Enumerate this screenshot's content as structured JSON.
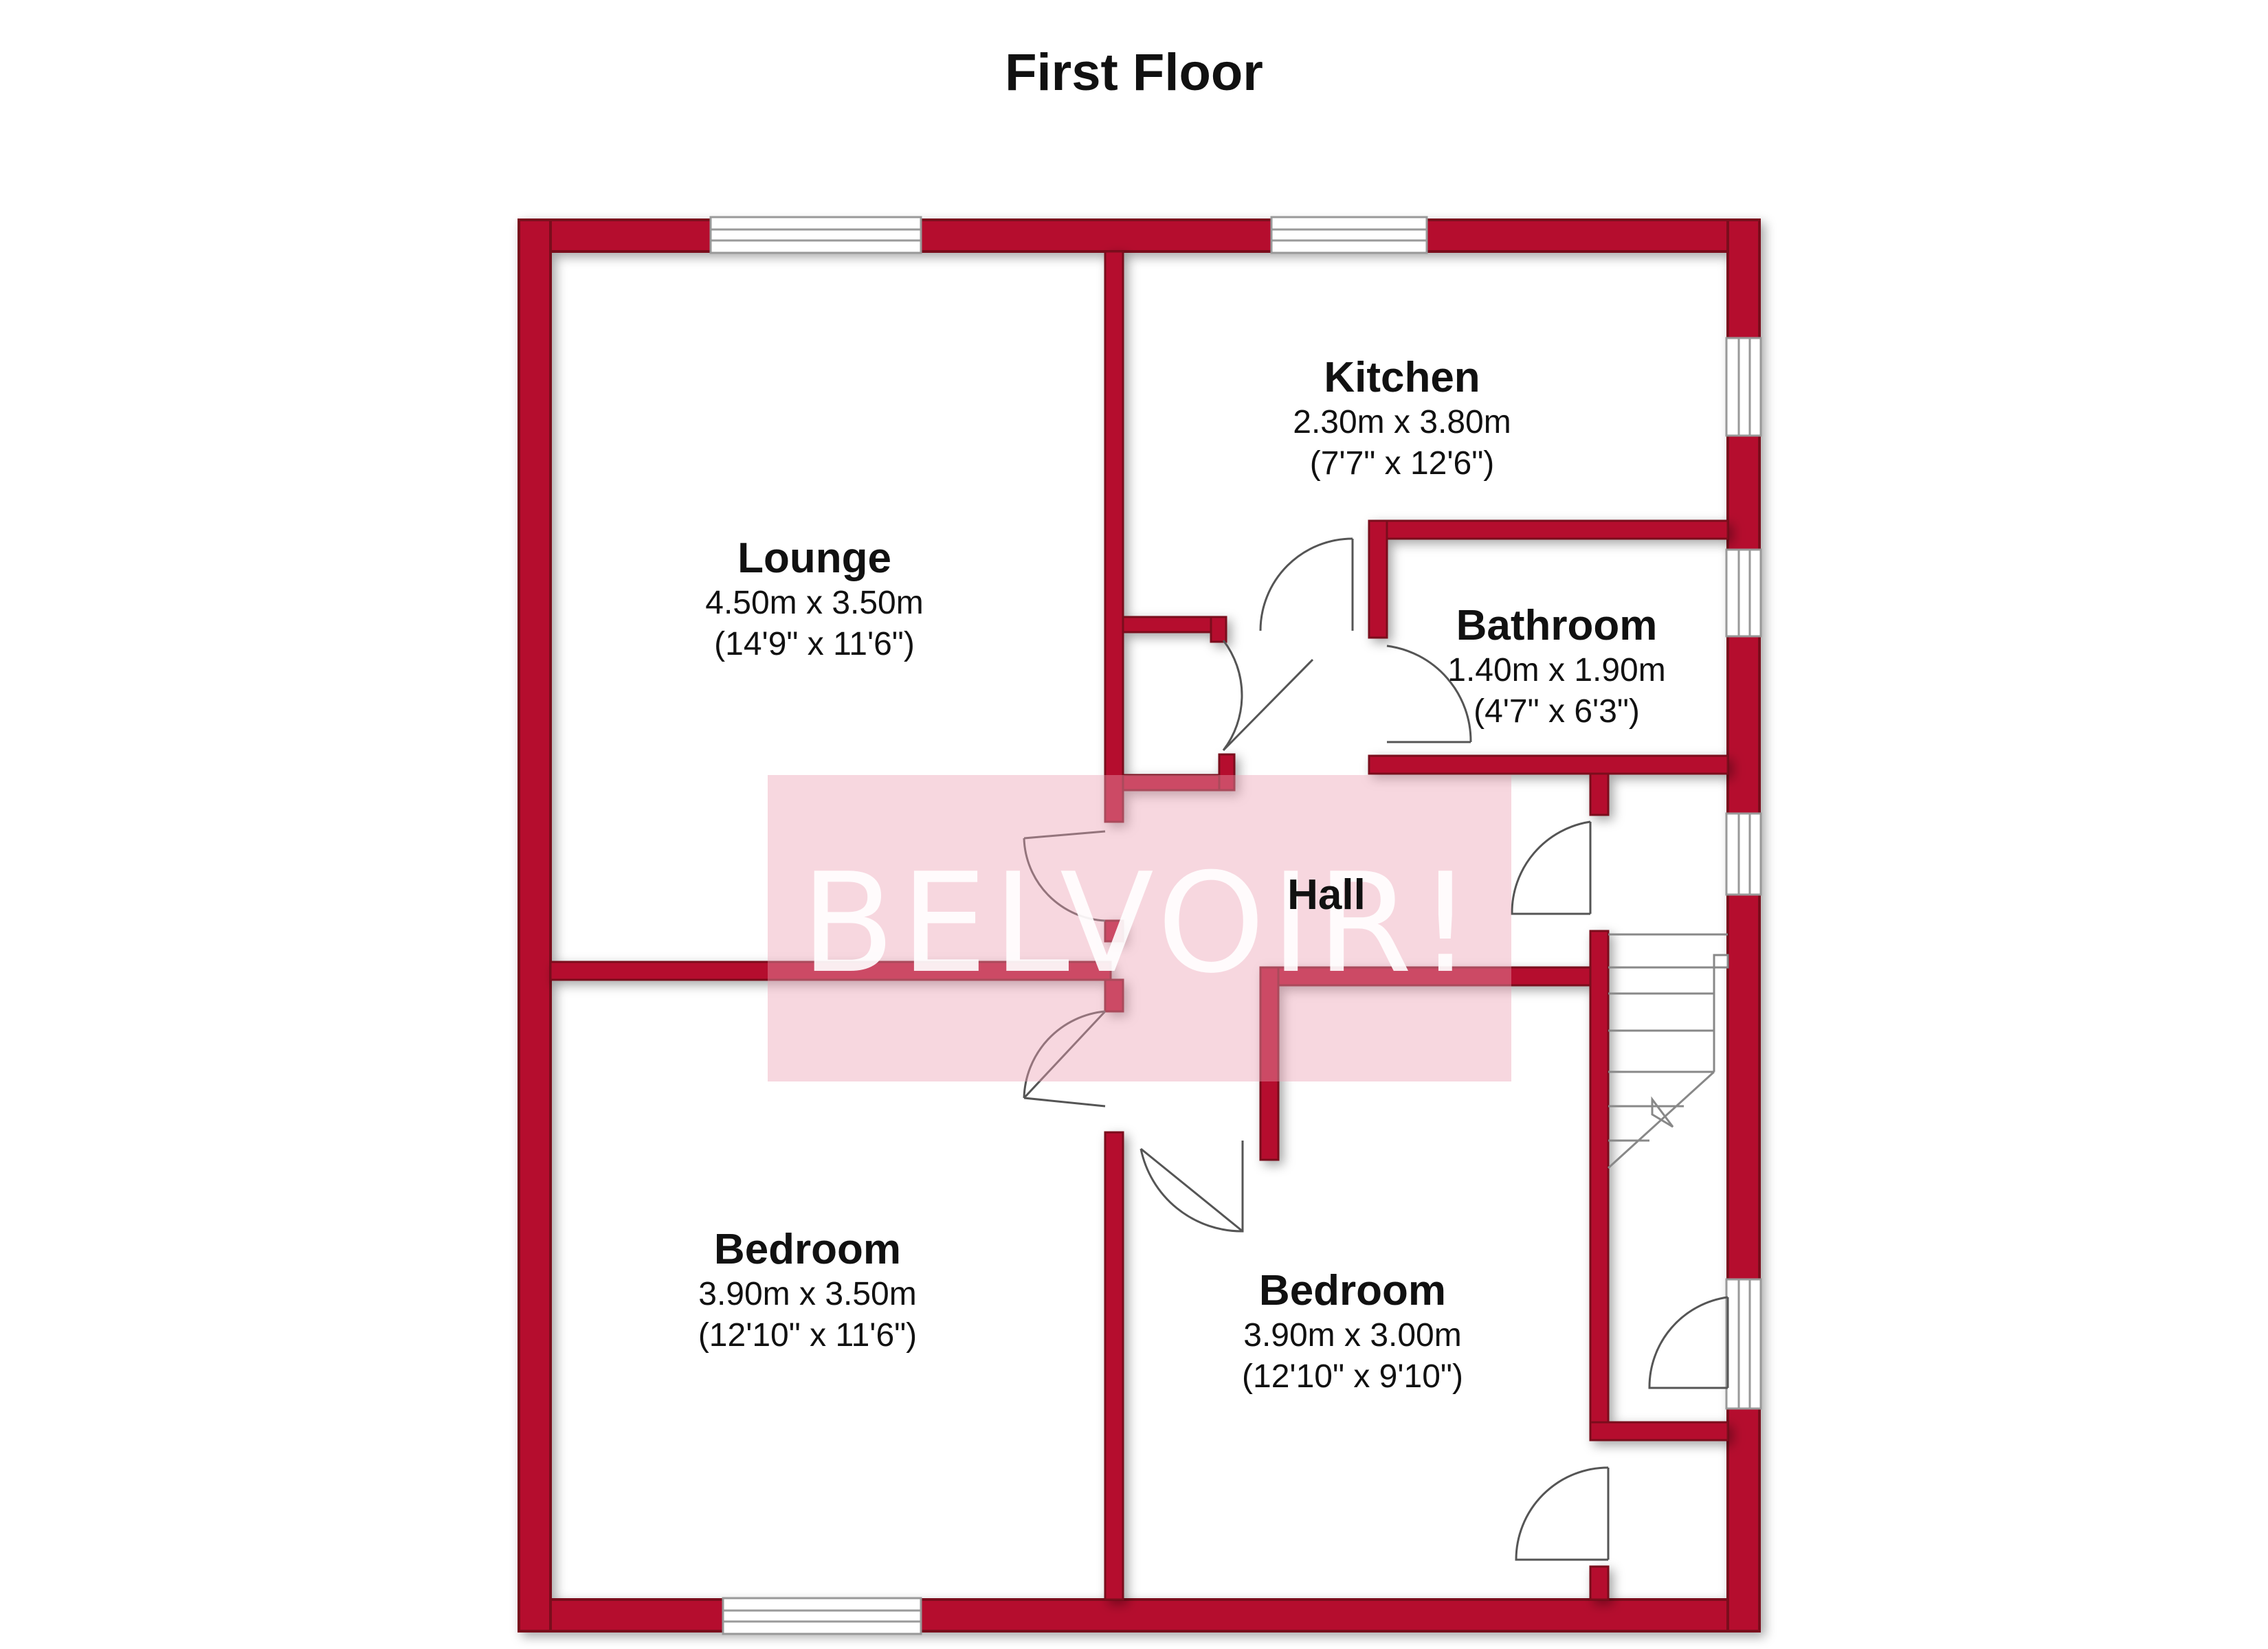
{
  "title": "First Floor",
  "watermark": "BELVOIR!",
  "colors": {
    "wall": "#b5102e",
    "wall_shade": "#7a0a1e",
    "door": "#555555",
    "window": "#999999"
  },
  "rooms": {
    "kitchen": {
      "name": "Kitchen",
      "metric": "2.30m x 3.80m",
      "imperial": "(7'7\" x 12'6\")"
    },
    "lounge": {
      "name": "Lounge",
      "metric": "4.50m x 3.50m",
      "imperial": "(14'9\" x 11'6\")"
    },
    "bathroom": {
      "name": "Bathroom",
      "metric": "1.40m x 1.90m",
      "imperial": "(4'7\" x 6'3\")"
    },
    "hall": {
      "name": "Hall"
    },
    "bedroom_left": {
      "name": "Bedroom",
      "metric": "3.90m x 3.50m",
      "imperial": "(12'10\" x 11'6\")"
    },
    "bedroom_right": {
      "name": "Bedroom",
      "metric": "3.90m x 3.00m",
      "imperial": "(12'10\" x 9'10\")"
    }
  }
}
